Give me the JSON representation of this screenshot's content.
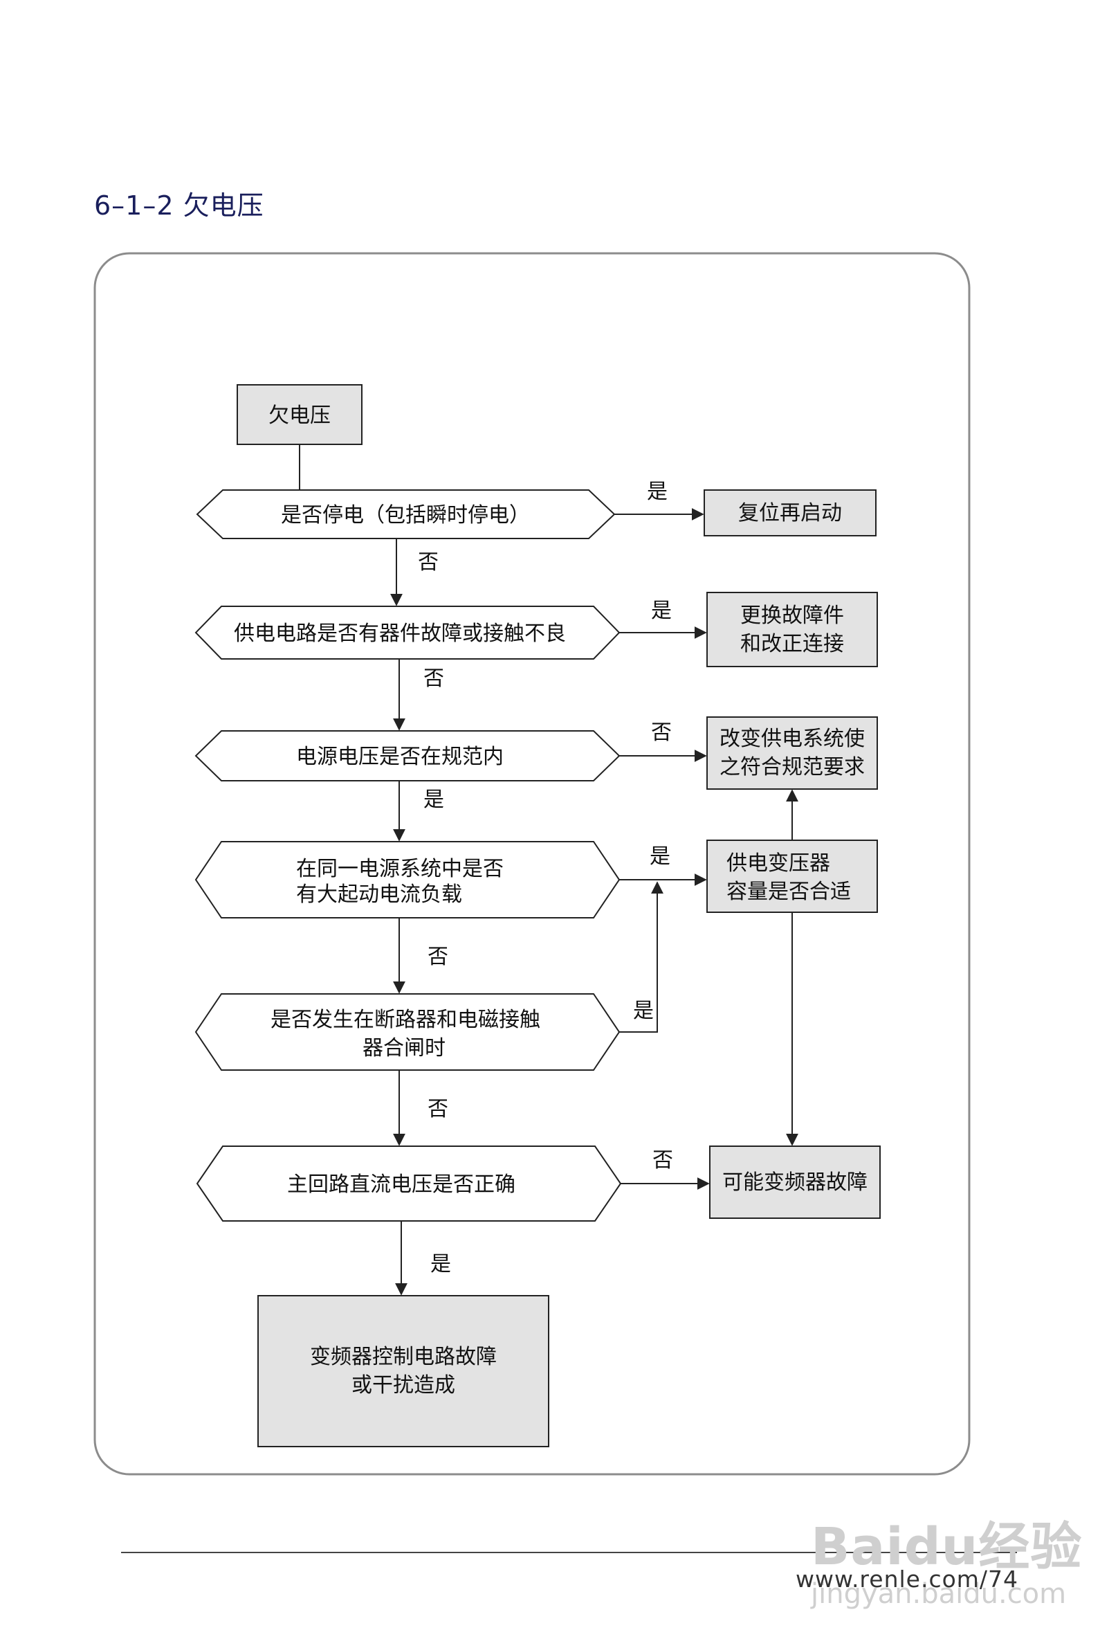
{
  "title": "6–1–2 欠电压",
  "nodes": {
    "start": "欠电压",
    "d1": "是否停电（包括瞬时停电）",
    "r1": "复位再启动",
    "d2": "供电电路是否有器件故障或接触不良",
    "r2": [
      "更换故障件",
      "和改正连接"
    ],
    "d3": "电源电压是否在规范内",
    "r3": [
      "改变供电系统使",
      "之符合规范要求"
    ],
    "d4": [
      "在同一电源系统中是否",
      "有大起动电流负载"
    ],
    "r4": [
      "供电变压器",
      "容量是否合适"
    ],
    "d5": [
      "是否发生在断路器和电磁接触",
      "器合闸时"
    ],
    "d6": "主回路直流电压是否正确",
    "r6": "可能变频器故障",
    "end": [
      "变频器控制电路故障",
      "或干扰造成"
    ]
  },
  "edge_labels": {
    "d1_r1": "是",
    "d1_d2": "否",
    "d2_r2": "是",
    "d2_d3": "否",
    "d3_r3": "否",
    "d3_d4": "是",
    "d4_r4": "是",
    "d4_d5": "否",
    "d5_r4": "是",
    "d5_d6": "否",
    "d6_r6": "否",
    "d6_end": "是"
  },
  "footer": {
    "url": "www.renle.com/74",
    "watermark_brand": "Baidu经验",
    "watermark_url": "jingyan.baidu.com"
  },
  "colors": {
    "box_fill": "#e3e3e3",
    "frame": "#8c8c8c",
    "line": "#222222",
    "title": "#1a1f5c"
  }
}
